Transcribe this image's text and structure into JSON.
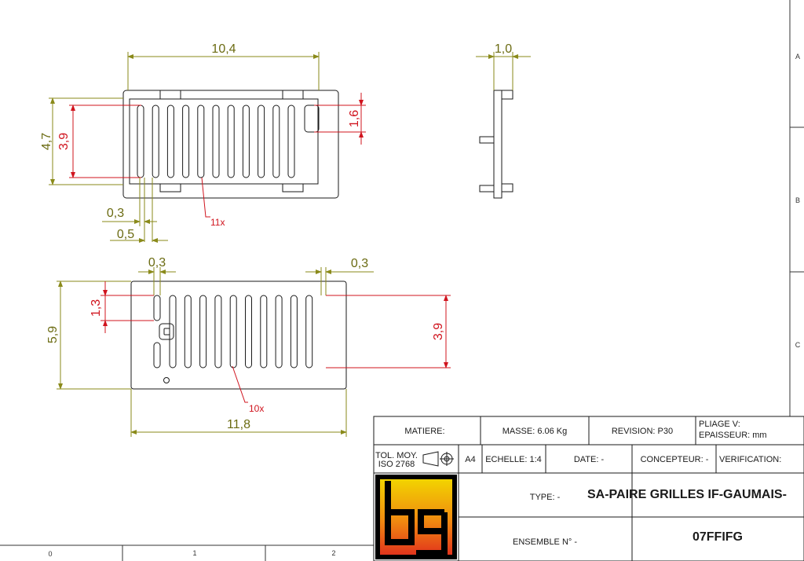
{
  "drawing": {
    "dimensions_top_view": {
      "width": "10,4",
      "height_outer": "4,7",
      "height_inner": "3,9",
      "slot_length": "1,6",
      "rib_width": "0,3",
      "rib_pitch": "0,5",
      "slot_count": "11x"
    },
    "dimensions_side_view": {
      "thickness": "1,0"
    },
    "dimensions_bottom_view": {
      "rib_left": "0,3",
      "rib_right": "0,3",
      "height_outer": "5,9",
      "short_slot": "1,3",
      "height_inner": "3,9",
      "width": "11,8",
      "slot_count": "10x"
    }
  },
  "title_block": {
    "matiere_label": "MATIERE:",
    "masse": "MASSE: 6.06 Kg",
    "revision": "REVISION: P30",
    "pliage": "PLIAGE V:",
    "epaisseur": "EPAISSEUR: mm",
    "tol_line1": "TOL. MOY.",
    "tol_line2": "ISO 2768",
    "format": "A4",
    "echelle": "ECHELLE: 1:4",
    "date": "DATE: -",
    "concepteur": "CONCEPTEUR: -",
    "verification": "VERIFICATION:",
    "type_label": "TYPE: -",
    "type_value": "SA-PAIRE GRILLES IF-GAUMAIS-",
    "ensemble_label": "ENSEMBLE N° -",
    "ensemble_value": "07FFIFG",
    "logo_text": "bg"
  },
  "frame": {
    "zones_right": [
      "A",
      "B",
      "C"
    ],
    "zones_bottom": [
      "0",
      "1",
      "2"
    ]
  },
  "colors": {
    "dimension": "#8a8a1a",
    "detail": "#d0141e",
    "outline": "#1a1a1a",
    "logo_top": "#f2d400",
    "logo_bottom": "#e2341c"
  }
}
